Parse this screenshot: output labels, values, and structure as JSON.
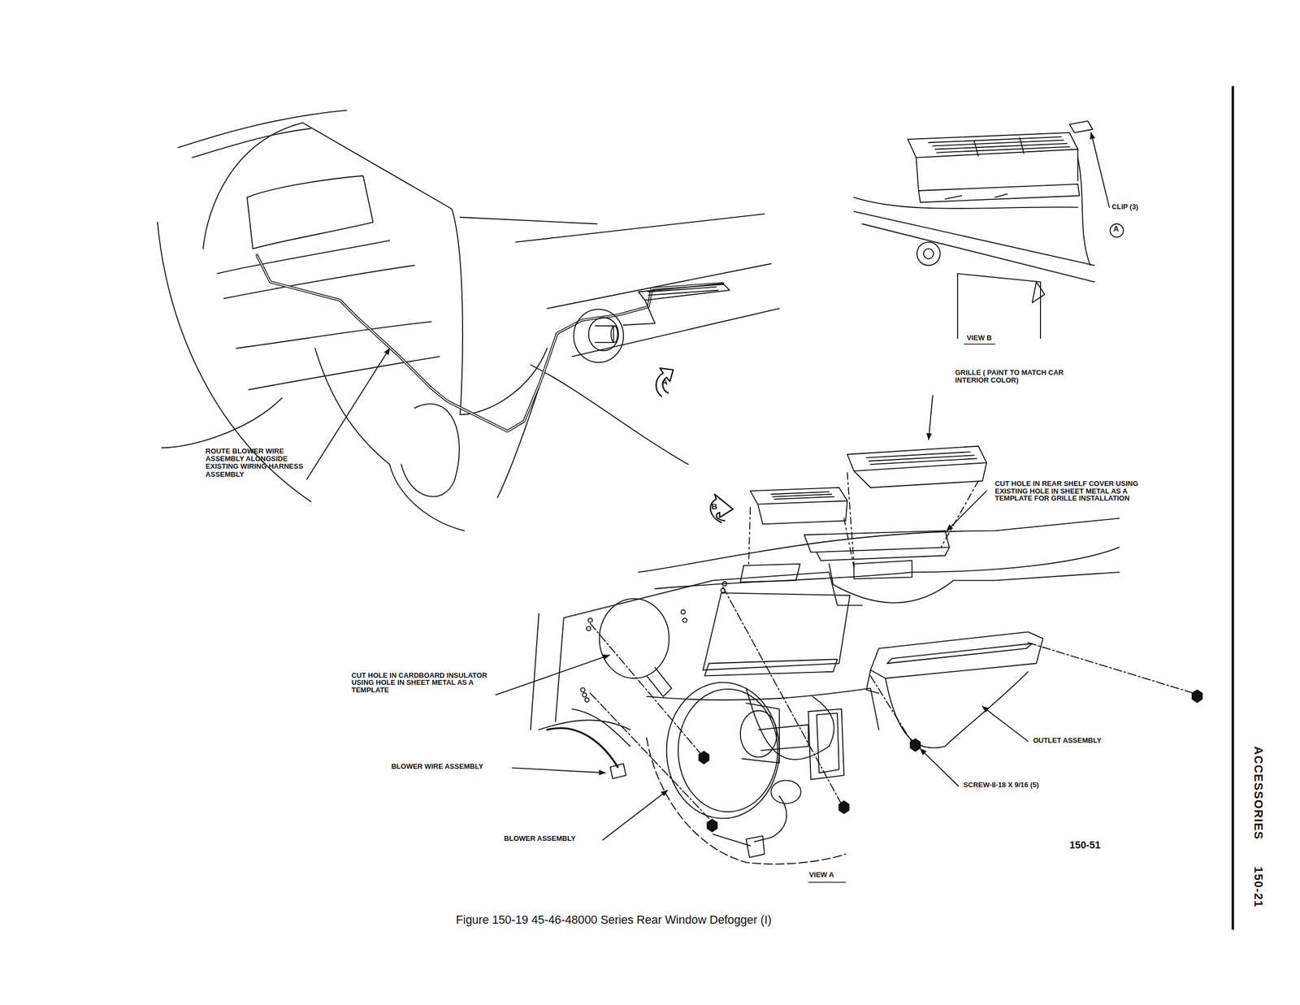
{
  "diagram": {
    "caption": "Figure 150-19 45-46-48000 Series Rear Window Defogger (I)",
    "labels": [
      "ROUTE BLOWER WIRE ASSEMBLY ALONGSIDE EXISTING WIRING HARNESS ASSEMBLY",
      "A",
      "CLIP (3)",
      "A",
      "VIEW B",
      "GRILLE ( PAINT TO MATCH CAR INTERIOR COLOR)",
      "B",
      "CUT HOLE IN REAR SHELF COVER USING EXISTING HOLE IN SHEET METAL AS A TEMPLATE FOR GRILLE INSTALLATION",
      "CUT HOLE IN CARDBOARD INSULATOR USING HOLE IN SHEET METAL AS A TEMPLATE",
      "OUTLET ASSEMBLY",
      "BLOWER WIRE ASSEMBLY",
      "SCREW-8-18 X 9/16 (5)",
      "BLOWER ASSEMBLY",
      "150-51",
      "VIEW A",
      "ACCESSORIES",
      "150-21"
    ]
  }
}
